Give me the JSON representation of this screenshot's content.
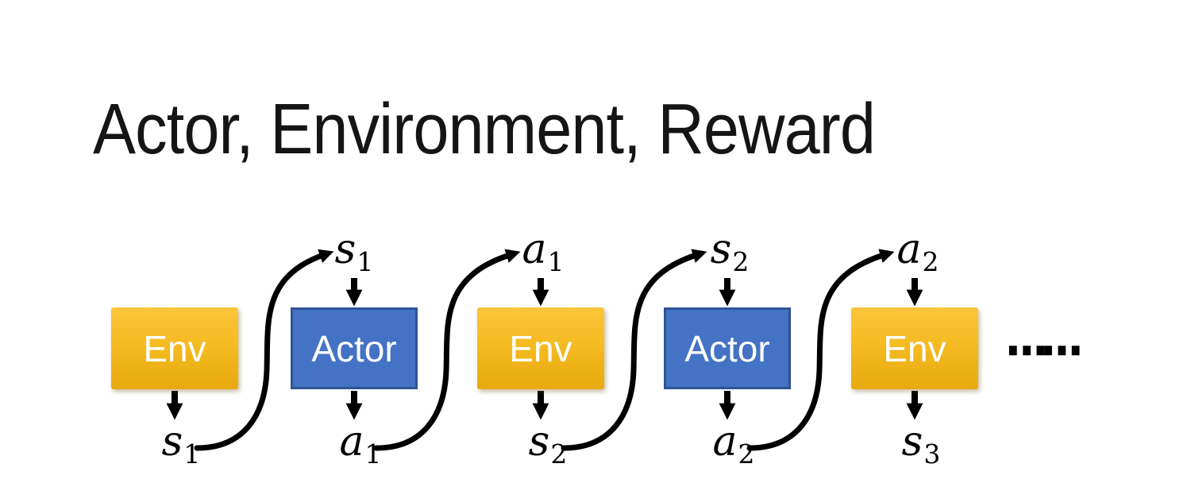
{
  "slide": {
    "title": "Actor, Environment, Reward"
  },
  "diagram": {
    "columns": [
      {
        "box_label": "Env",
        "kind": "env",
        "bottom": {
          "letter": "s",
          "sub": "1"
        }
      },
      {
        "box_label": "Actor",
        "kind": "actor",
        "top": {
          "letter": "s",
          "sub": "1"
        },
        "bottom": {
          "letter": "a",
          "sub": "1"
        }
      },
      {
        "box_label": "Env",
        "kind": "env",
        "top": {
          "letter": "a",
          "sub": "1"
        },
        "bottom": {
          "letter": "s",
          "sub": "2"
        }
      },
      {
        "box_label": "Actor",
        "kind": "actor",
        "top": {
          "letter": "s",
          "sub": "2"
        },
        "bottom": {
          "letter": "a",
          "sub": "2"
        }
      },
      {
        "box_label": "Env",
        "kind": "env",
        "top": {
          "letter": "a",
          "sub": "2"
        },
        "bottom": {
          "letter": "s",
          "sub": "3"
        }
      }
    ],
    "ellipsis": "……",
    "colors": {
      "title_text": "#151515",
      "env_gradient_top": "#FBC53C",
      "env_gradient_bottom": "#E8A90F",
      "actor_fill": "#4472C4",
      "actor_border": "#2E5395",
      "text_on_box": "#FFFFFF",
      "arrow": "#000000"
    }
  }
}
